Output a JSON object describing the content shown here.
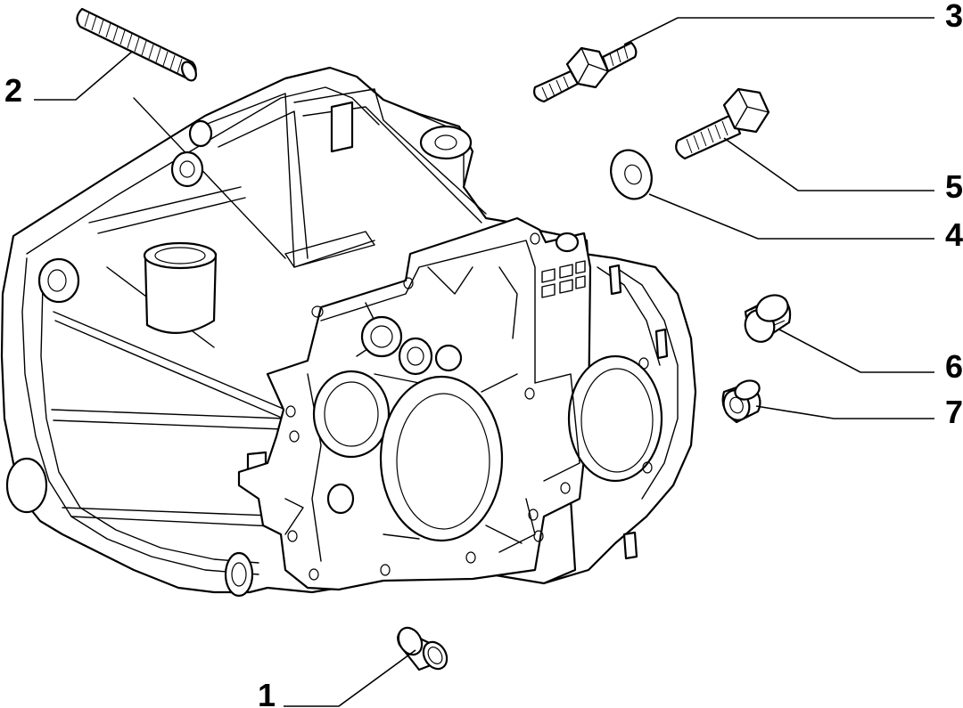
{
  "diagram": {
    "type": "exploded-parts-view",
    "subject": "gearbox-housing",
    "callouts": [
      {
        "id": "1",
        "label": "1",
        "part": "dowel-sleeve"
      },
      {
        "id": "2",
        "label": "2",
        "part": "stud"
      },
      {
        "id": "3",
        "label": "3",
        "part": "hex-stud"
      },
      {
        "id": "4",
        "label": "4",
        "part": "washer"
      },
      {
        "id": "5",
        "label": "5",
        "part": "hex-bolt"
      },
      {
        "id": "6",
        "label": "6",
        "part": "threaded-plug"
      },
      {
        "id": "7",
        "label": "7",
        "part": "sleeve"
      }
    ],
    "colors": {
      "line": "#000000",
      "background": "#ffffff"
    }
  }
}
